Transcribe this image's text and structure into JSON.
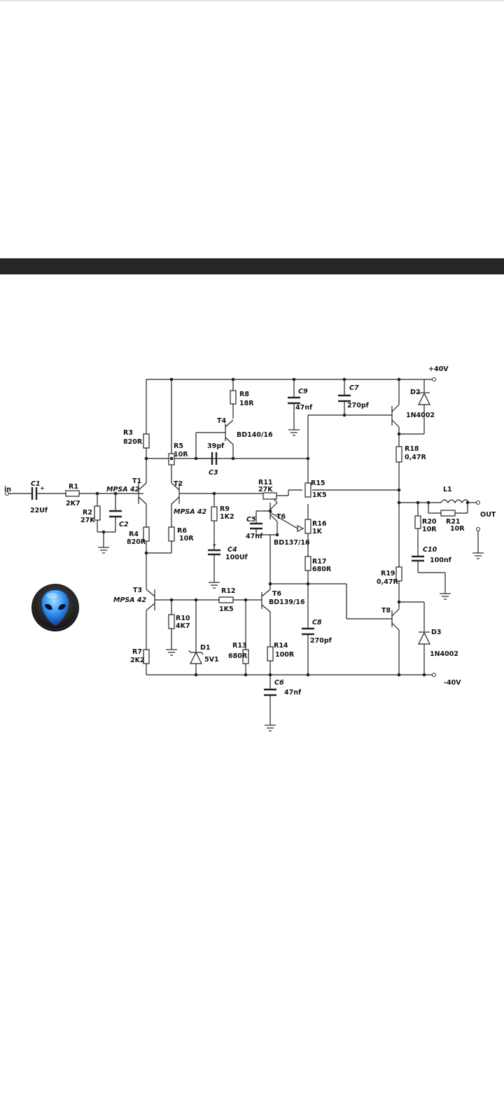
{
  "labels": {
    "in": "in",
    "out": "OUT",
    "plus40": "+40V",
    "minus40": "-40V",
    "c1": "C1",
    "c1_val": "22Uf",
    "r1": "R1",
    "r1_val": "2K7",
    "r2": "R2",
    "r2_val": "27K",
    "c2": "C2",
    "t1": "T1",
    "t1_type": "MPSA 42",
    "t2": "T2",
    "t2_type": "MPSA 42",
    "r3": "R3",
    "r3_val": "820R",
    "r4": "R4",
    "r4_val": "820R",
    "r5": "R5",
    "r5_val": "10R",
    "r6": "R6",
    "r6_val": "10R",
    "r8": "R8",
    "r8_val": "18R",
    "t4": "T4",
    "t4_type": "BD140/16",
    "c3": "C3",
    "c3_val": "39pf",
    "c9": "C9",
    "c9_val": "47nf",
    "c7": "C7",
    "c7_val": "270pf",
    "d2": "D2",
    "d2_val": "1N4002",
    "r18": "R18",
    "r18_val": "0,47R",
    "r9": "R9",
    "r9_val": "1K2",
    "c4": "C4",
    "c4_val": "100Uf",
    "r11": "R11",
    "r11_val": "27K",
    "r15": "R15",
    "r15_val": "1K5",
    "c5": "C5",
    "c5_val": "47nf",
    "t6a": "T6",
    "t6a_type": "BD137/16",
    "r16": "R16",
    "r16_val": "1K",
    "r17": "R17",
    "r17_val": "680R",
    "l1": "L1",
    "r20": "R20",
    "r20_val": "10R",
    "r21": "R21",
    "r21_val": "10R",
    "c10": "C10",
    "c10_val": "100nf",
    "r19": "R19",
    "r19_val": "0,47R",
    "t3": "T3",
    "t3_type": "MPSA 42",
    "r12": "R12",
    "r12_val": "1K5",
    "t6b": "T6",
    "t6b_type": "BD139/16",
    "r10": "R10",
    "r10_val": "4K7",
    "d1": "D1",
    "d1_val": "5V1",
    "r13": "R13",
    "r13_val": "680R",
    "r14": "R14",
    "r14_val": "100R",
    "c8": "C8",
    "c8_val": "270pf",
    "t8": "T8",
    "d3": "D3",
    "d3_val": "1N4002",
    "r7": "R7",
    "r7_val": "2K2",
    "c6": "C6",
    "c6_val": "47nf"
  },
  "icons": {
    "avatar": "alien-avatar-icon"
  },
  "colors": {
    "band": "#262626",
    "avatar_blue": "#2f8ff0"
  }
}
